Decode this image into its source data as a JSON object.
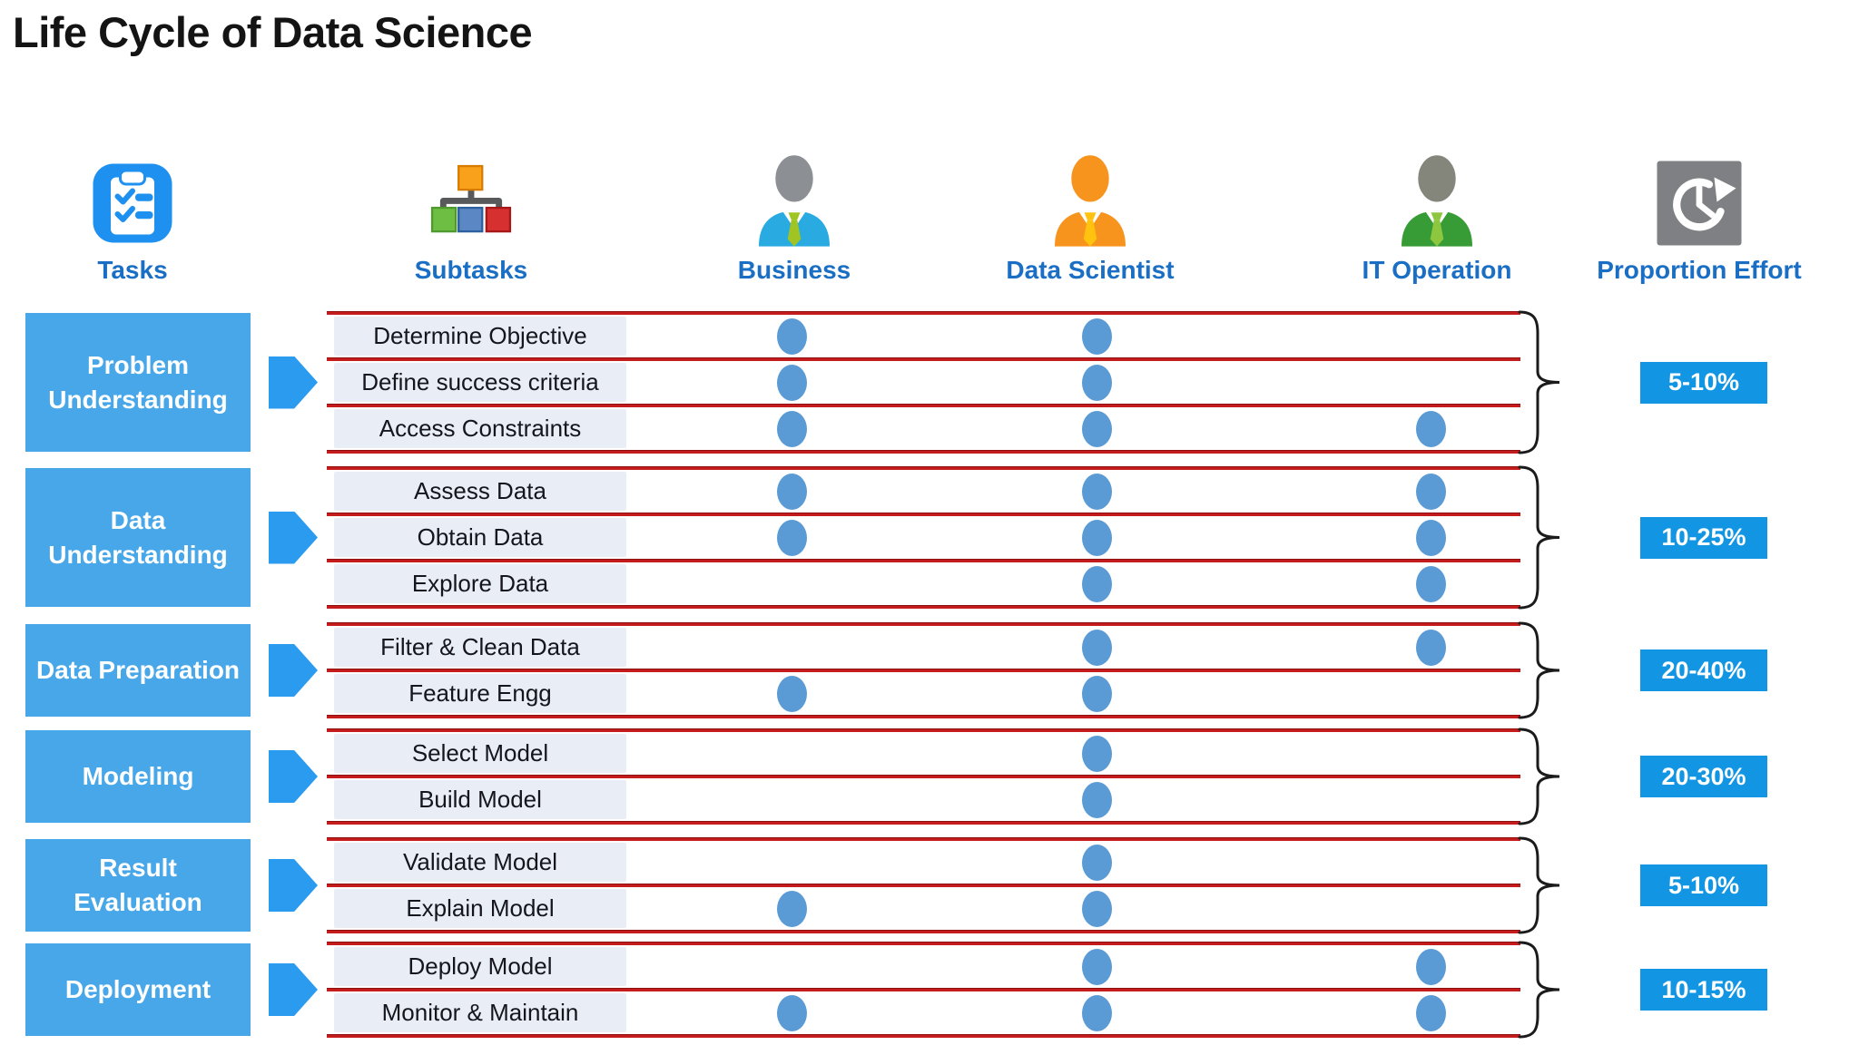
{
  "title": "Life Cycle of Data Science",
  "header": {
    "columns": [
      {
        "id": "tasks",
        "label": "Tasks",
        "icon": "clipboard-checklist"
      },
      {
        "id": "subtasks",
        "label": "Subtasks",
        "icon": "org-chart"
      },
      {
        "id": "business",
        "label": "Business",
        "icon": "business-person"
      },
      {
        "id": "data_scientist",
        "label": "Data Scientist",
        "icon": "data-scientist-person"
      },
      {
        "id": "it_operation",
        "label": "IT Operation",
        "icon": "it-operation-person"
      },
      {
        "id": "proportion_effort",
        "label": "Proportion Effort",
        "icon": "history-clock"
      }
    ]
  },
  "colors": {
    "task_box_blue": "#47A7E8",
    "effort_badge_blue": "#1296E3",
    "dot_blue": "#5B9BD5",
    "separator_red": "#C41C1C",
    "header_label_blue": "#1A6FC5",
    "subtask_pill_bg": "#E9EEF6"
  },
  "tasks": [
    {
      "name": "Problem Understanding",
      "effort": "5-10%",
      "subtasks": [
        {
          "label": "Determine Objective",
          "roles": {
            "business": true,
            "data_scientist": true,
            "it_operation": false
          }
        },
        {
          "label": "Define success criteria",
          "roles": {
            "business": true,
            "data_scientist": true,
            "it_operation": false
          }
        },
        {
          "label": "Access Constraints",
          "roles": {
            "business": true,
            "data_scientist": true,
            "it_operation": true
          }
        }
      ]
    },
    {
      "name": "Data Understanding",
      "effort": "10-25%",
      "subtasks": [
        {
          "label": "Assess Data",
          "roles": {
            "business": true,
            "data_scientist": true,
            "it_operation": true
          }
        },
        {
          "label": "Obtain Data",
          "roles": {
            "business": true,
            "data_scientist": true,
            "it_operation": true
          }
        },
        {
          "label": "Explore Data",
          "roles": {
            "business": false,
            "data_scientist": true,
            "it_operation": true
          }
        }
      ]
    },
    {
      "name": "Data Preparation",
      "effort": "20-40%",
      "subtasks": [
        {
          "label": "Filter & Clean Data",
          "roles": {
            "business": false,
            "data_scientist": true,
            "it_operation": true
          }
        },
        {
          "label": "Feature Engg",
          "roles": {
            "business": true,
            "data_scientist": true,
            "it_operation": false
          }
        }
      ]
    },
    {
      "name": "Modeling",
      "effort": "20-30%",
      "subtasks": [
        {
          "label": "Select Model",
          "roles": {
            "business": false,
            "data_scientist": true,
            "it_operation": false
          }
        },
        {
          "label": "Build Model",
          "roles": {
            "business": false,
            "data_scientist": true,
            "it_operation": false
          }
        }
      ]
    },
    {
      "name": "Result Evaluation",
      "effort": "5-10%",
      "subtasks": [
        {
          "label": "Validate Model",
          "roles": {
            "business": false,
            "data_scientist": true,
            "it_operation": false
          }
        },
        {
          "label": "Explain Model",
          "roles": {
            "business": true,
            "data_scientist": true,
            "it_operation": false
          }
        }
      ]
    },
    {
      "name": "Deployment",
      "effort": "10-15%",
      "subtasks": [
        {
          "label": "Deploy Model",
          "roles": {
            "business": false,
            "data_scientist": true,
            "it_operation": true
          }
        },
        {
          "label": "Monitor & Maintain",
          "roles": {
            "business": true,
            "data_scientist": true,
            "it_operation": true
          }
        }
      ]
    }
  ]
}
